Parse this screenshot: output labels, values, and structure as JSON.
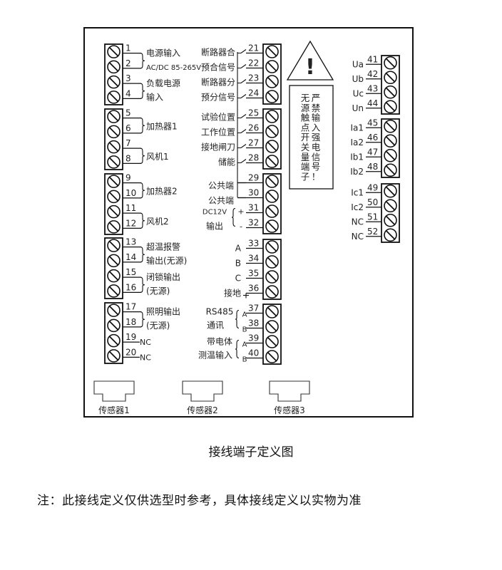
{
  "title_caption": "接线端子定义图",
  "note": "注：此接线定义仅供选型时参考，具体接线定义以实物为准",
  "colors": {
    "line": "#111111",
    "background": "#ffffff"
  },
  "left_column": [
    {
      "terminals": [
        {
          "num": "1"
        },
        {
          "num": "2"
        },
        {
          "num": "3"
        },
        {
          "num": "4"
        }
      ],
      "groups": [
        {
          "pins": [
            "1",
            "2"
          ],
          "label_line1": "电源输入",
          "label_line2": "AC/DC 85-265V"
        },
        {
          "pins": [
            "3",
            "4"
          ],
          "label_line1": "负载电源",
          "label_line2": "输入"
        }
      ]
    },
    {
      "terminals": [
        {
          "num": "5"
        },
        {
          "num": "6"
        },
        {
          "num": "7"
        },
        {
          "num": "8"
        }
      ],
      "groups": [
        {
          "pins": [
            "5",
            "6"
          ],
          "label_line1": "加热器1"
        },
        {
          "pins": [
            "7",
            "8"
          ],
          "label_line1": "风机1"
        }
      ]
    },
    {
      "terminals": [
        {
          "num": "9"
        },
        {
          "num": "10"
        },
        {
          "num": "11"
        },
        {
          "num": "12"
        }
      ],
      "groups": [
        {
          "pins": [
            "9",
            "10"
          ],
          "label_line1": "加热器2"
        },
        {
          "pins": [
            "11",
            "12"
          ],
          "label_line1": "风机2"
        }
      ]
    },
    {
      "terminals": [
        {
          "num": "13"
        },
        {
          "num": "14"
        },
        {
          "num": "15"
        },
        {
          "num": "16"
        }
      ],
      "groups": [
        {
          "pins": [
            "13",
            "14"
          ],
          "label_line1": "超温报警",
          "label_line2": "输出(无源)"
        },
        {
          "pins": [
            "15",
            "16"
          ],
          "label_line1": "闭锁输出",
          "label_line2": "(无源)"
        }
      ]
    },
    {
      "terminals": [
        {
          "num": "17"
        },
        {
          "num": "18"
        },
        {
          "num": "19",
          "label": "NC"
        },
        {
          "num": "20",
          "label": "NC"
        }
      ],
      "groups": [
        {
          "pins": [
            "17",
            "18"
          ],
          "label_line1": "照明输出",
          "label_line2": "(无源)"
        }
      ]
    }
  ],
  "middle_column": [
    {
      "terminals": [
        {
          "num": "21",
          "label": "断路器合"
        },
        {
          "num": "22",
          "label": "预合信号"
        },
        {
          "num": "23",
          "label": "断路器分"
        },
        {
          "num": "24",
          "label": "预分信号"
        }
      ]
    },
    {
      "terminals": [
        {
          "num": "25",
          "label": "试验位置"
        },
        {
          "num": "26",
          "label": "工作位置"
        },
        {
          "num": "27",
          "label": "接地闸刀"
        },
        {
          "num": "28",
          "label": "储能"
        }
      ]
    },
    {
      "terminals": [
        {
          "num": "29",
          "label": "公共端"
        },
        {
          "num": "30",
          "label": "公共端"
        },
        {
          "num": "31",
          "sign": "+"
        },
        {
          "num": "32",
          "sign": "-"
        }
      ],
      "group_label_line1": "DC12V",
      "group_label_line2": "输出"
    },
    {
      "terminals": [
        {
          "num": "33",
          "label": "A"
        },
        {
          "num": "34",
          "label": "B"
        },
        {
          "num": "35",
          "label": "C"
        },
        {
          "num": "36",
          "label": "接地"
        }
      ]
    },
    {
      "terminals": [
        {
          "num": "37",
          "sub": "A"
        },
        {
          "num": "38",
          "sub": "B"
        },
        {
          "num": "39",
          "sub": "A"
        },
        {
          "num": "40",
          "sub": "B"
        }
      ],
      "groups": [
        {
          "label_line1": "RS485",
          "label_line2": "通讯"
        },
        {
          "label_line1": "带电体",
          "label_line2": "测温输入"
        }
      ]
    }
  ],
  "warning": {
    "icon": "warning-triangle-icon",
    "symbol": "!",
    "column1": "严禁输入强电信号！",
    "column2": "无源触点开关量端子"
  },
  "right_column": [
    {
      "terminals": [
        {
          "num": "41",
          "label": "Ua"
        },
        {
          "num": "42",
          "label": "Ub"
        },
        {
          "num": "43",
          "label": "Uc"
        },
        {
          "num": "44",
          "label": "Un"
        }
      ]
    },
    {
      "terminals": [
        {
          "num": "45",
          "label": "Ia1"
        },
        {
          "num": "46",
          "label": "Ia2"
        },
        {
          "num": "47",
          "label": "Ib1"
        },
        {
          "num": "48",
          "label": "Ib2"
        }
      ]
    },
    {
      "terminals": [
        {
          "num": "49",
          "label": "Ic1"
        },
        {
          "num": "50",
          "label": "Ic2"
        },
        {
          "num": "51",
          "label": "NC"
        },
        {
          "num": "52",
          "label": "NC"
        }
      ]
    }
  ],
  "sensors": [
    {
      "label": "传感器1"
    },
    {
      "label": "传感器2"
    },
    {
      "label": "传感器3"
    }
  ]
}
